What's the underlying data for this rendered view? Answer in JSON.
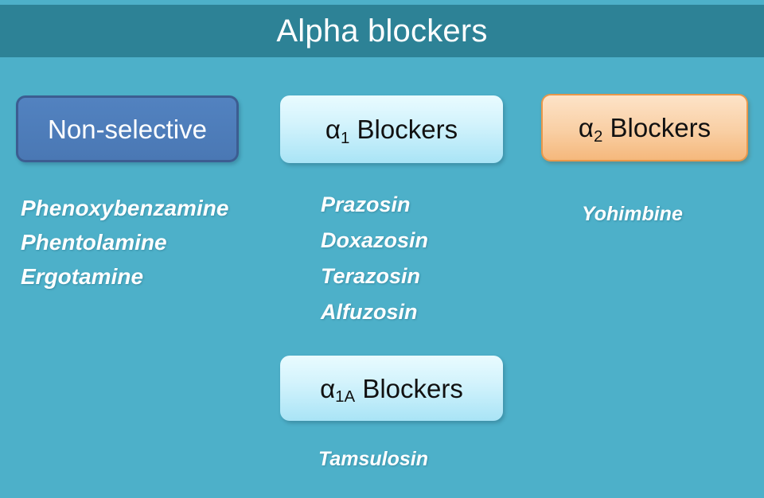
{
  "header": {
    "title": "Alpha blockers"
  },
  "colors": {
    "header_band": "#2d8296",
    "body_background": "#4db0c9",
    "nonselective_fill": "#4a78b4",
    "nonselective_border": "#3c5d91",
    "alpha_blue_fill": "#d3f3fc",
    "alpha2_fill": "#f9cfa4",
    "alpha2_border": "#e8974a",
    "label_text_dark": "#111111",
    "label_text_light": "#ffffff"
  },
  "categories": {
    "nonselective": {
      "label": "Non-selective",
      "drugs": [
        "Phenoxybenzamine",
        "Phentolamine",
        "Ergotamine"
      ]
    },
    "alpha1": {
      "label_prefix": "α",
      "label_sub": "1",
      "label_suffix": " Blockers",
      "drugs": [
        "Prazosin",
        "Doxazosin",
        "Terazosin",
        "Alfuzosin"
      ]
    },
    "alpha2": {
      "label_prefix": "α",
      "label_sub": "2",
      "label_suffix": " Blockers",
      "drugs": [
        "Yohimbine"
      ]
    },
    "alpha1a": {
      "label_prefix": "α",
      "label_sub": "1A",
      "label_suffix": " Blockers",
      "drugs": [
        "Tamsulosin"
      ]
    }
  }
}
